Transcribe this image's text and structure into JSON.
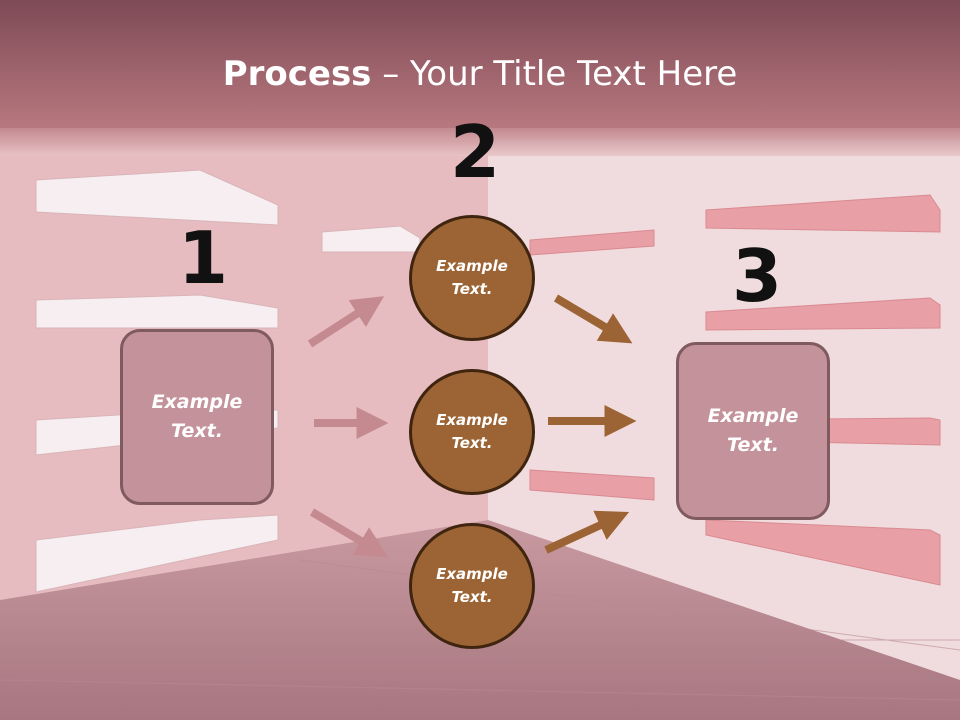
{
  "title": {
    "bold": "Process",
    "rest": " – Your Title Text Here"
  },
  "steps": [
    {
      "number": "1",
      "text_line1": "Example",
      "text_line2": "Text."
    },
    {
      "number": "2"
    },
    {
      "number": "3",
      "text_line1": "Example",
      "text_line2": "Text."
    }
  ],
  "circles": [
    {
      "text_line1": "Example",
      "text_line2": "Text."
    },
    {
      "text_line1": "Example",
      "text_line2": "Text."
    },
    {
      "text_line1": "Example",
      "text_line2": "Text."
    }
  ],
  "colors": {
    "box_fill": "#c4929a",
    "circle_fill": "#9c6434",
    "arrow_pink": "#c48a8f",
    "arrow_brown": "#9c6434"
  }
}
